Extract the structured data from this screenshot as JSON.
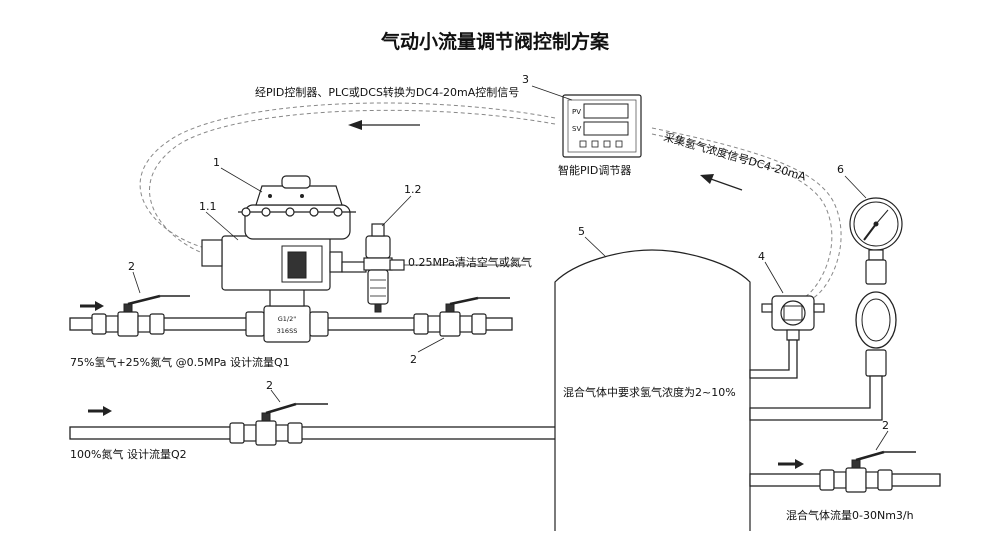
{
  "title": "气动小流量调节阀控制方案",
  "callouts": {
    "n1": "1",
    "n1_1": "1.1",
    "n1_2": "1.2",
    "n2a": "2",
    "n2b": "2",
    "n2c": "2",
    "n2d": "2",
    "n3": "3",
    "n4": "4",
    "n5": "5",
    "n6": "6"
  },
  "labels": {
    "signal_out": "经PID控制器、PLC或DCS转换为DC4-20mA控制信号",
    "signal_in": "采集氢气浓度信号DC4-20mA",
    "controller": "智能PID调节器",
    "air_supply": "0.25MPa清洁空气或氮气",
    "line1": "75%氢气+25%氮气  @0.5MPa  设计流量Q1",
    "line2": "100%氮气  设计流量Q2",
    "tank_text": "混合气体中要求氢气浓度为2~10%",
    "outlet": "混合气体流量0-30Nm3/h",
    "pid_pv": "PV",
    "pid_sv": "SV",
    "valve_size": "G1/2\"",
    "valve_material": "316SS"
  }
}
